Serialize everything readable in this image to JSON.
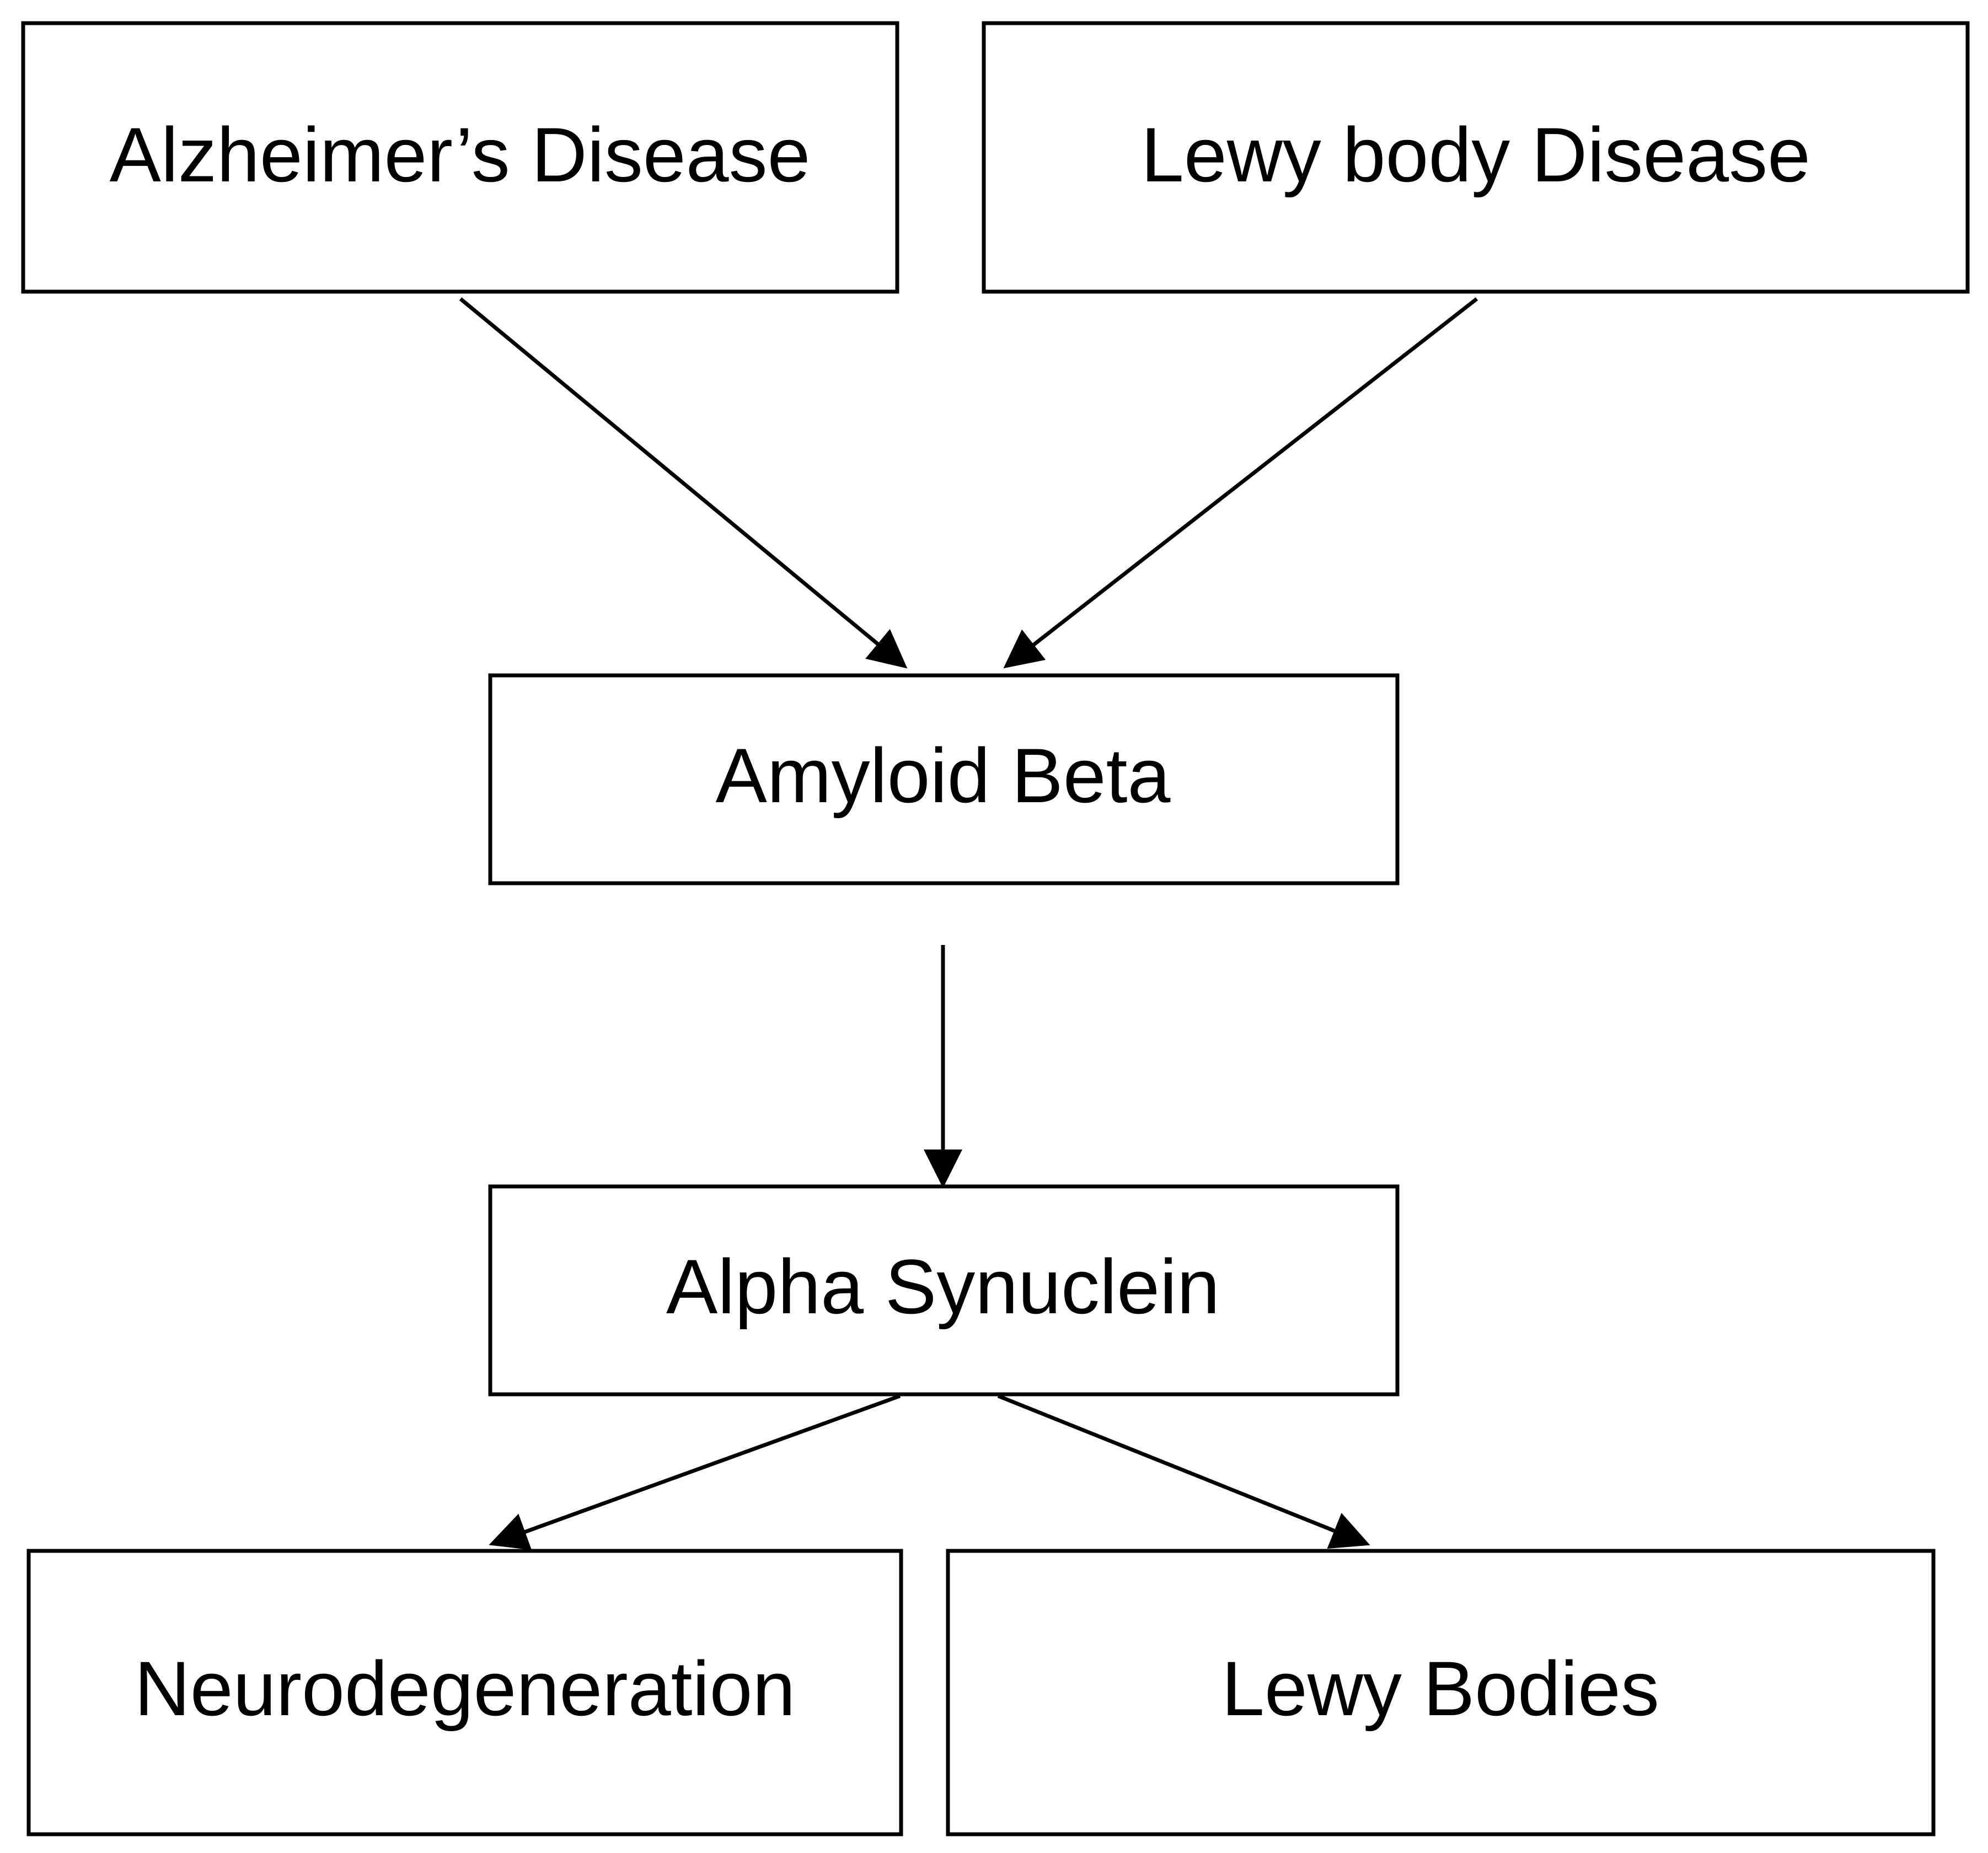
{
  "nodes": {
    "alzheimers": {
      "label": "Alzheimer’s Disease"
    },
    "lewy_body_disease": {
      "label": "Lewy body Disease"
    },
    "amyloid_beta": {
      "label": "Amyloid Beta"
    },
    "alpha_synuclein": {
      "label": "Alpha Synuclein"
    },
    "neurodegeneration": {
      "label": "Neurodegeneration"
    },
    "lewy_bodies": {
      "label": "Lewy Bodies"
    }
  },
  "edges": [
    {
      "from": "alzheimers",
      "to": "amyloid_beta"
    },
    {
      "from": "lewy_body_disease",
      "to": "amyloid_beta"
    },
    {
      "from": "amyloid_beta",
      "to": "alpha_synuclein"
    },
    {
      "from": "alpha_synuclein",
      "to": "neurodegeneration"
    },
    {
      "from": "alpha_synuclein",
      "to": "lewy_bodies"
    }
  ]
}
